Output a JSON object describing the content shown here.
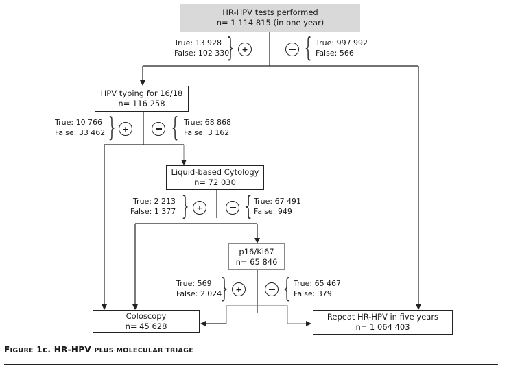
{
  "nodes": {
    "hr_hpv": {
      "title": "HR-HPV tests performed",
      "n": "n= 1 114 815 (in one year)"
    },
    "typing": {
      "title": "HPV typing for 16/18",
      "n": "n= 116 258"
    },
    "cytology": {
      "title": "Liquid-based Cytology",
      "n": "n= 72 030"
    },
    "p16": {
      "title": "p16/Ki67",
      "n": "n= 65 846"
    },
    "coloscopy": {
      "title": "Coloscopy",
      "n": "n= 45 628"
    },
    "repeat": {
      "title": "Repeat HR-HPV in five years",
      "n": "n= 1 064 403"
    }
  },
  "branches": {
    "hr_hpv": {
      "positive": {
        "sign": "+",
        "true": "True: 13 928",
        "false": "False: 102 330"
      },
      "negative": {
        "sign": "−",
        "true": "True: 997 992",
        "false": "False: 566"
      }
    },
    "typing": {
      "positive": {
        "sign": "+",
        "true": "True: 10 766",
        "false": "False: 33 462"
      },
      "negative": {
        "sign": "−",
        "true": "True: 68 868",
        "false": "False: 3 162"
      }
    },
    "cytology": {
      "positive": {
        "sign": "+",
        "true": "True: 2 213",
        "false": "False: 1 377"
      },
      "negative": {
        "sign": "−",
        "true": "True: 67 491",
        "false": "False: 949"
      }
    },
    "p16": {
      "positive": {
        "sign": "+",
        "true": "True: 569",
        "false": "False: 2 024"
      },
      "negative": {
        "sign": "−",
        "true": "True: 65 467",
        "false": "False: 379"
      }
    }
  },
  "caption": {
    "prefix": "F",
    "prefix_sc": "IGURE",
    "number": " 1c. HR-HPV ",
    "rest_sc": "PLUS MOLECULAR TRIAGE"
  },
  "colors": {
    "top_box_fill": "#d9d9d9",
    "line": "#222222",
    "gray_line": "#888888"
  }
}
